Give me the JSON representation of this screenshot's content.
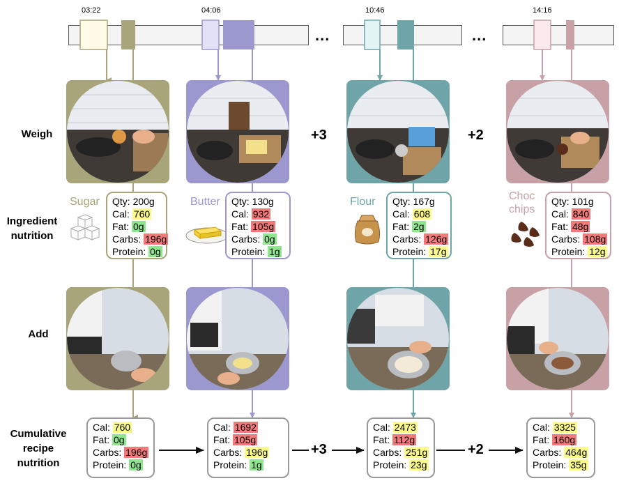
{
  "row_labels": {
    "weigh": "Weigh",
    "ingredient_nutrition": [
      "Ingredient",
      "nutrition"
    ],
    "add": "Add",
    "cumulative": [
      "Cumulative",
      "recipe",
      "nutrition"
    ]
  },
  "timestamps": [
    "03:22",
    "04:06",
    "10:46",
    "14:16"
  ],
  "ellipsis": "...",
  "skips": [
    "+3",
    "+2"
  ],
  "colors": {
    "sugar": "#a8a57a",
    "butter": "#9b98cf",
    "flour": "#6fa5a9",
    "choc": "#c7a1a6",
    "high": "#f17b7b",
    "medium": "#fbfa8e",
    "low": "#8fe68f"
  },
  "ingredients": [
    {
      "name": "Sugar",
      "icon": "sugar-cubes-icon",
      "lines": [
        {
          "label": "Qty:",
          "value": "200g",
          "level": ""
        },
        {
          "label": "Cal:",
          "value": "760",
          "level": "yel"
        },
        {
          "label": "Fat:",
          "value": "0g",
          "level": "grn"
        },
        {
          "label": "Carbs:",
          "value": "196g",
          "level": "red"
        },
        {
          "label": "Protein:",
          "value": "0g",
          "level": "grn"
        }
      ]
    },
    {
      "name": "Butter",
      "icon": "butter-dish-icon",
      "lines": [
        {
          "label": "Qty:",
          "value": "130g",
          "level": ""
        },
        {
          "label": "Cal:",
          "value": "932",
          "level": "red"
        },
        {
          "label": "Fat:",
          "value": "105g",
          "level": "red"
        },
        {
          "label": "Carbs:",
          "value": "0g",
          "level": "grn"
        },
        {
          "label": "Protein:",
          "value": "1g",
          "level": "grn"
        }
      ]
    },
    {
      "name": "Flour",
      "icon": "flour-sack-icon",
      "lines": [
        {
          "label": "Qty:",
          "value": "167g",
          "level": ""
        },
        {
          "label": "Cal:",
          "value": "608",
          "level": "yel"
        },
        {
          "label": "Fat:",
          "value": "2g",
          "level": "grn"
        },
        {
          "label": "Carbs:",
          "value": "126g",
          "level": "red"
        },
        {
          "label": "Protein:",
          "value": "17g",
          "level": "yel"
        }
      ]
    },
    {
      "name": "Choc chips",
      "name_lines": [
        "Choc",
        "chips"
      ],
      "icon": "chocolate-chips-icon",
      "lines": [
        {
          "label": "Qty:",
          "value": "101g",
          "level": ""
        },
        {
          "label": "Cal:",
          "value": "840",
          "level": "red"
        },
        {
          "label": "Fat:",
          "value": "48g",
          "level": "red"
        },
        {
          "label": "Carbs:",
          "value": "108g",
          "level": "red"
        },
        {
          "label": "Protein:",
          "value": "12g",
          "level": "yel"
        }
      ]
    }
  ],
  "cumulative": [
    [
      {
        "label": "Cal:",
        "value": "760",
        "level": "yel"
      },
      {
        "label": "Fat:",
        "value": "0g",
        "level": "grn"
      },
      {
        "label": "Carbs:",
        "value": "196g",
        "level": "red"
      },
      {
        "label": "Protein:",
        "value": "0g",
        "level": "grn"
      }
    ],
    [
      {
        "label": "Cal:",
        "value": "1692",
        "level": "red"
      },
      {
        "label": "Fat:",
        "value": "105g",
        "level": "red"
      },
      {
        "label": "Carbs:",
        "value": "196g",
        "level": "yel"
      },
      {
        "label": "Protein:",
        "value": "1g",
        "level": "grn"
      }
    ],
    [
      {
        "label": "Cal:",
        "value": "2473",
        "level": "yel"
      },
      {
        "label": "Fat:",
        "value": "112g",
        "level": "red"
      },
      {
        "label": "Carbs:",
        "value": "251g",
        "level": "yel"
      },
      {
        "label": "Protein:",
        "value": "23g",
        "level": "yel"
      }
    ],
    [
      {
        "label": "Cal:",
        "value": "3325",
        "level": "yel"
      },
      {
        "label": "Fat:",
        "value": "160g",
        "level": "red"
      },
      {
        "label": "Carbs:",
        "value": "464g",
        "level": "yel"
      },
      {
        "label": "Protein:",
        "value": "35g",
        "level": "yel"
      }
    ]
  ]
}
